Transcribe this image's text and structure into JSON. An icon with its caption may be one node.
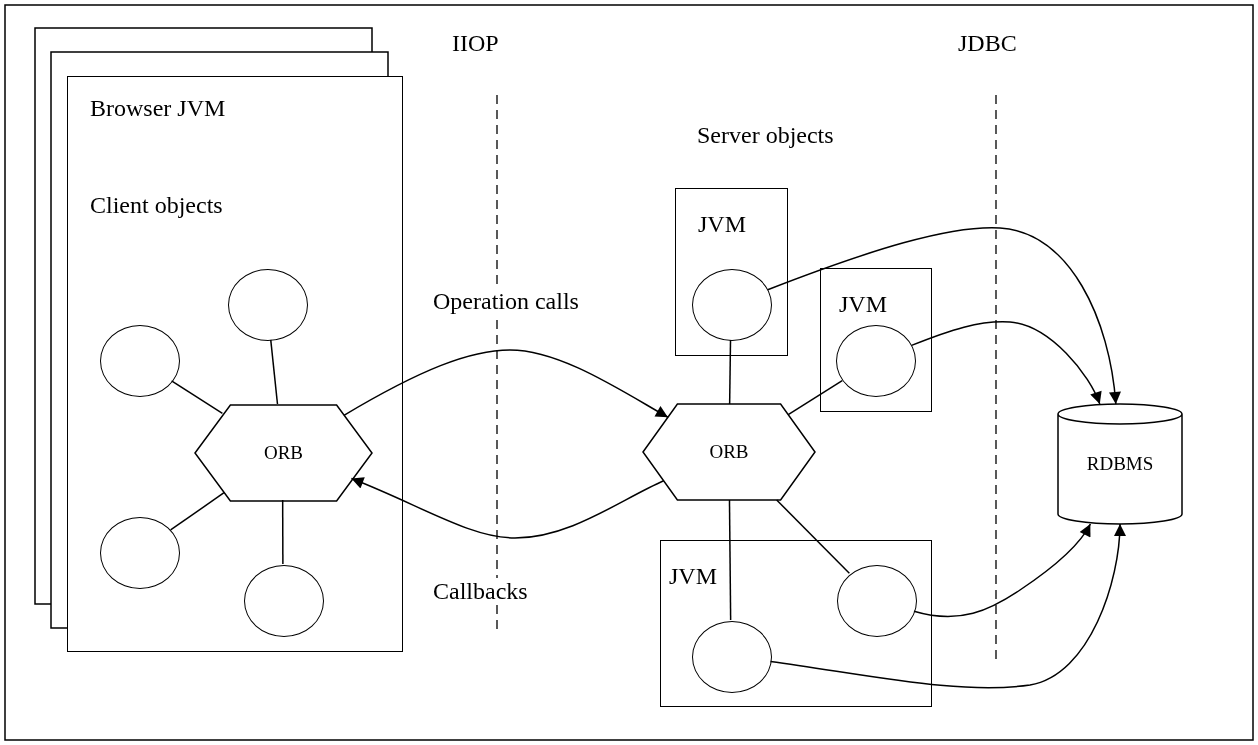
{
  "diagram": {
    "nodes": [
      {
        "text": [
          "Browser JVM",
          "Client objects"
        ]
      },
      {
        "text": [],
        "shape": "circle",
        "in": 0
      },
      {
        "text": [],
        "shape": "circle",
        "in": 0
      },
      {
        "text": [
          "ORB"
        ],
        "in": 0
      },
      {
        "text": [],
        "shape": "circle",
        "in": 0
      },
      {
        "text": [],
        "shape": "circle",
        "in": 0
      },
      {
        "text": [
          "JVM"
        ]
      },
      {
        "text": [],
        "shape": "circle",
        "in": 6
      },
      {
        "text": [
          "JVM"
        ]
      },
      {
        "text": [],
        "shape": "circle",
        "in": 8
      },
      {
        "text": [
          "ORB"
        ]
      },
      {
        "text": [
          "RDBMS"
        ]
      },
      {
        "text": [
          "JVM"
        ]
      },
      {
        "text": [],
        "shape": "circle",
        "in": 12
      },
      {
        "text": [],
        "shape": "circle",
        "in": 12
      }
    ],
    "edges": [
      {
        "from": 1,
        "to": 3,
        "arrow": "none"
      },
      {
        "from": 2,
        "to": 3,
        "arrow": "none"
      },
      {
        "from": 4,
        "to": 3,
        "arrow": "none"
      },
      {
        "from": 5,
        "to": 3,
        "arrow": "none"
      },
      {
        "from": 3,
        "to": 10,
        "arrow": "to"
      },
      {
        "from": 10,
        "to": 3,
        "arrow": "to"
      },
      {
        "from": 7,
        "to": 10,
        "arrow": "none"
      },
      {
        "from": 9,
        "to": 10,
        "arrow": "none"
      },
      {
        "from": 13,
        "to": 10,
        "arrow": "none"
      },
      {
        "from": 14,
        "to": 10,
        "arrow": "none"
      },
      {
        "from": 7,
        "to": 11,
        "arrow": "to"
      },
      {
        "from": 9,
        "to": 11,
        "arrow": "to"
      },
      {
        "from": 13,
        "to": 11,
        "arrow": "to"
      },
      {
        "from": 14,
        "to": 11,
        "arrow": "to"
      }
    ],
    "labels": [
      "IIOP",
      "JDBC",
      "Server objects",
      "Operation calls",
      "Callbacks"
    ]
  }
}
